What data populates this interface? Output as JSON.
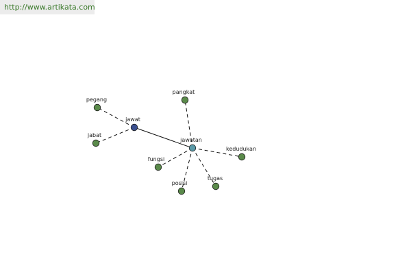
{
  "header": {
    "url": "http://www.artikata.com"
  },
  "colors": {
    "leaf_node": "#5a8a4a",
    "root_node": "#3a4f8f",
    "hub_node": "#5a9aa8",
    "url_text": "#3a7a2a"
  },
  "graph": {
    "nodes": [
      {
        "id": "jawat",
        "label": "jawat",
        "kind": "root"
      },
      {
        "id": "jawatan",
        "label": "jawatan",
        "kind": "hub"
      },
      {
        "id": "pegang",
        "label": "pegang",
        "kind": "leaf"
      },
      {
        "id": "jabat",
        "label": "jabat",
        "kind": "leaf"
      },
      {
        "id": "pangkat",
        "label": "pangkat",
        "kind": "leaf"
      },
      {
        "id": "kedudukan",
        "label": "kedudukan",
        "kind": "leaf"
      },
      {
        "id": "fungsi",
        "label": "fungsi",
        "kind": "leaf"
      },
      {
        "id": "posisi",
        "label": "posisi",
        "kind": "leaf"
      },
      {
        "id": "tugas",
        "label": "tugas",
        "kind": "leaf"
      }
    ],
    "edges": [
      {
        "from": "jawat",
        "to": "jawatan",
        "style": "solid"
      },
      {
        "from": "jawat",
        "to": "pegang",
        "style": "dashed"
      },
      {
        "from": "jawat",
        "to": "jabat",
        "style": "dashed"
      },
      {
        "from": "jawatan",
        "to": "pangkat",
        "style": "dashed"
      },
      {
        "from": "jawatan",
        "to": "kedudukan",
        "style": "dashed"
      },
      {
        "from": "jawatan",
        "to": "fungsi",
        "style": "dashed"
      },
      {
        "from": "jawatan",
        "to": "posisi",
        "style": "dashed"
      },
      {
        "from": "jawatan",
        "to": "tugas",
        "style": "dashed"
      }
    ]
  }
}
